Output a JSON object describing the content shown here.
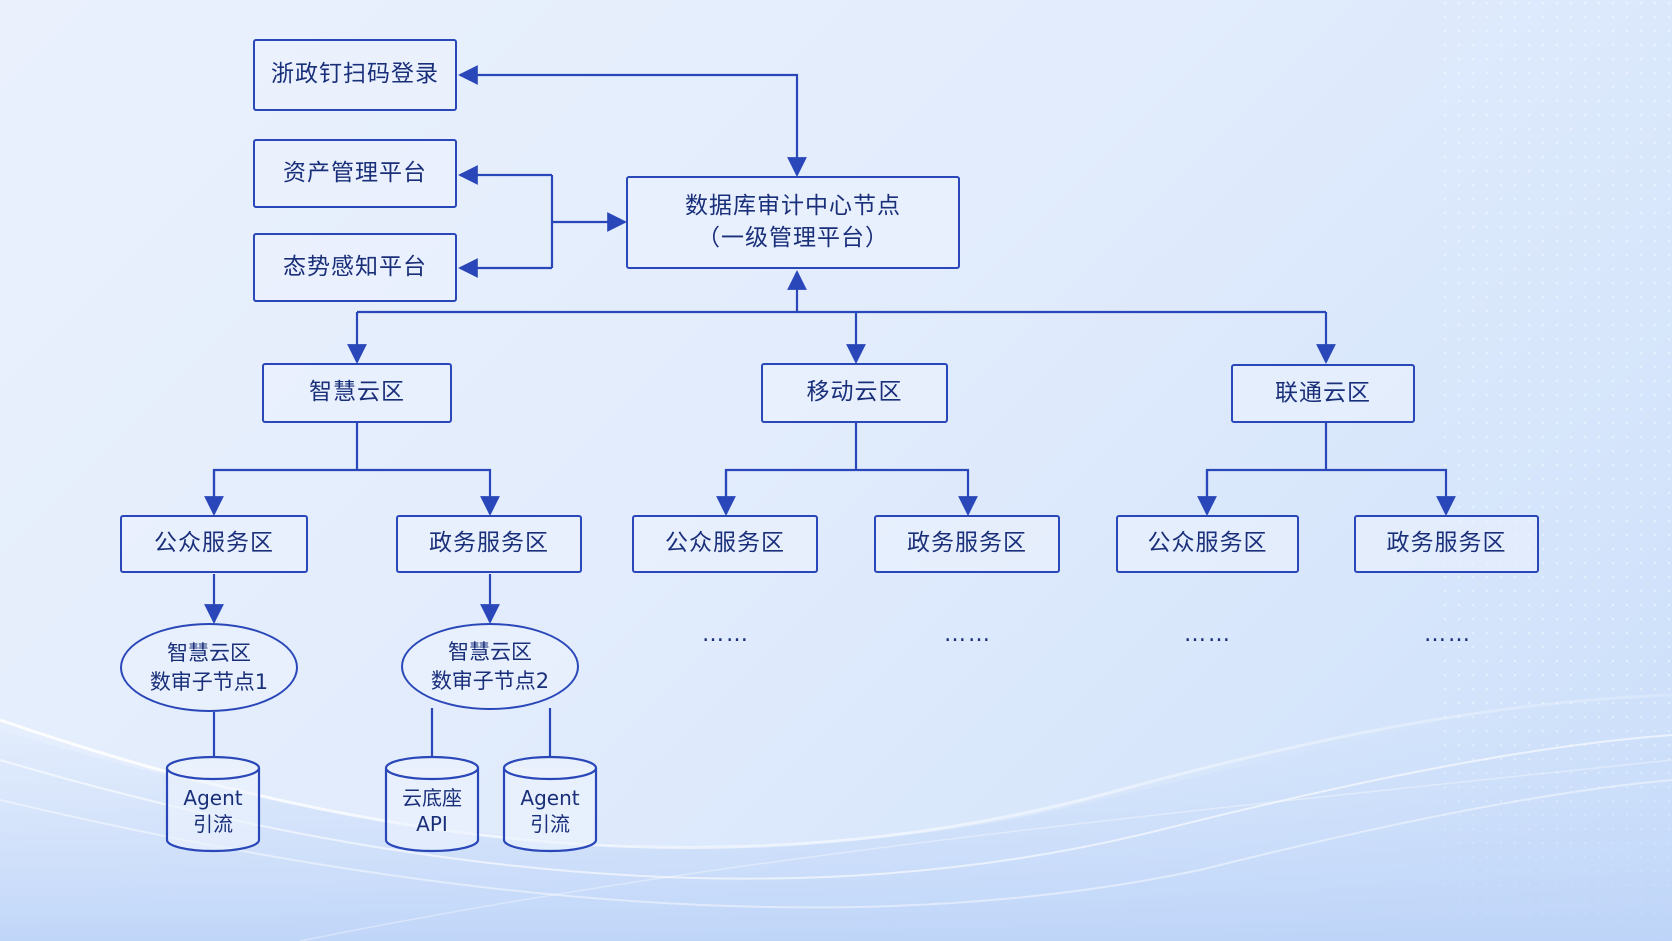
{
  "nodes": {
    "zzd_login": "浙政钉扫码登录",
    "asset_platform": "资产管理平台",
    "situation_platform": "态势感知平台",
    "center_node": "数据库审计中心节点\n（一级管理平台）",
    "zone_zhihui": "智慧云区",
    "zone_yidong": "移动云区",
    "zone_liantong": "联通云区",
    "zhihui_public": "公众服务区",
    "zhihui_gov": "政务服务区",
    "yidong_public": "公众服务区",
    "yidong_gov": "政务服务区",
    "liantong_public": "公众服务区",
    "liantong_gov": "政务服务区",
    "subnode_1": "智慧云区\n数审子节点1",
    "subnode_2": "智慧云区\n数审子节点2",
    "cyl_agent_1": "Agent\n引流",
    "cyl_api": "云底座\nAPI",
    "cyl_agent_2": "Agent\n引流",
    "ellipsis_1": "……",
    "ellipsis_2": "……",
    "ellipsis_3": "……",
    "ellipsis_4": "……"
  },
  "colors": {
    "line": "#2947b8",
    "text": "#1a2f7a",
    "background": "#e4edfc"
  }
}
